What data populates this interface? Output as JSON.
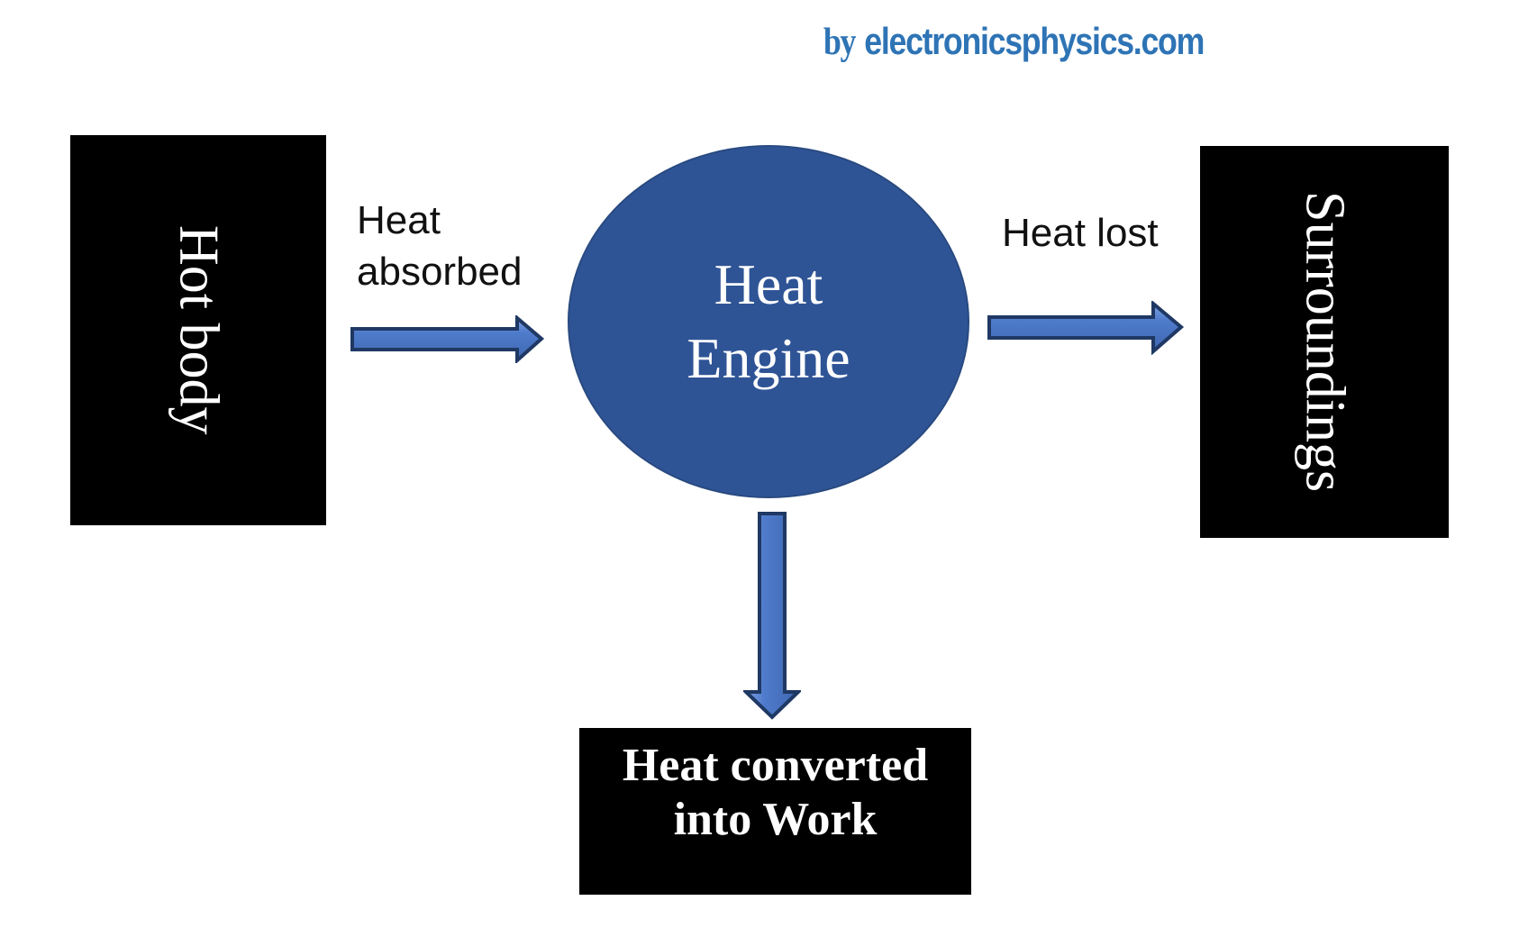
{
  "credit": {
    "prefix": "by",
    "site": "electronicsphysics.com"
  },
  "nodes": {
    "hot_body": {
      "label": "Hot body"
    },
    "heat_engine": {
      "lines": [
        "Heat",
        "Engine"
      ]
    },
    "surroundings": {
      "label": "Surroundings"
    },
    "work_output": {
      "lines": [
        "Heat converted",
        "into Work"
      ]
    }
  },
  "arrows": {
    "heat_absorbed": {
      "label_lines": [
        "Heat",
        "absorbed"
      ]
    },
    "heat_lost": {
      "label": "Heat lost"
    },
    "heat_to_work": {
      "label": ""
    }
  },
  "colors": {
    "background": "#ffffff",
    "node_box_fill": "#000000",
    "node_text": "#ffffff",
    "engine_fill": "#2F5496",
    "arrow_fill": "#4573C6",
    "arrow_fill_light": "#7DA0E0",
    "arrow_outline": "#1F3864",
    "credit_text": "#2E74B5",
    "label_text": "#111111"
  }
}
